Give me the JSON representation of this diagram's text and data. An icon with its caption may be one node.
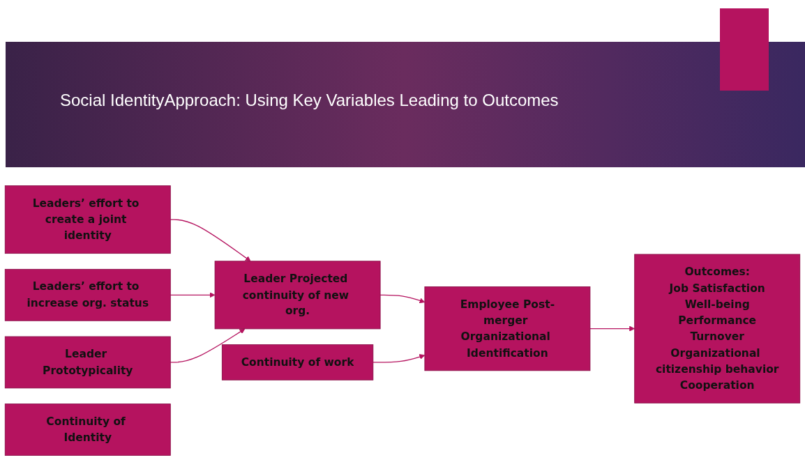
{
  "diagram": {
    "title": "Social IdentityApproach: Using Key Variables Leading to Outcomes",
    "nodes": [
      {
        "text": [
          "Leaders’ effort to create a joint identity"
        ]
      },
      {
        "text": [
          "Leaders’ effort to increase org. status"
        ]
      },
      {
        "text": [
          "Leader Prototypicality"
        ]
      },
      {
        "text": [
          "Continuity of Identity"
        ]
      },
      {
        "text": [
          "Continuity of work"
        ]
      },
      {
        "text": [
          "Leader Projected continuity of new org."
        ]
      },
      {
        "text": [
          "Employee Post-merger Organizational Identification"
        ]
      },
      {
        "text": [
          "Outcomes:",
          "Job Satisfaction",
          "Well-being",
          "Performance",
          "Turnover",
          "Organizational citizenship behavior",
          "Cooperation"
        ]
      }
    ],
    "edges": [
      {
        "from": 0,
        "to": 5,
        "arrow": "to"
      },
      {
        "from": 1,
        "to": 5,
        "arrow": "to"
      },
      {
        "from": 2,
        "to": 5,
        "arrow": "to"
      },
      {
        "from": 5,
        "to": 6,
        "arrow": "to"
      },
      {
        "from": 4,
        "to": 6,
        "arrow": "to"
      },
      {
        "from": 6,
        "to": 7,
        "arrow": "to"
      }
    ]
  }
}
